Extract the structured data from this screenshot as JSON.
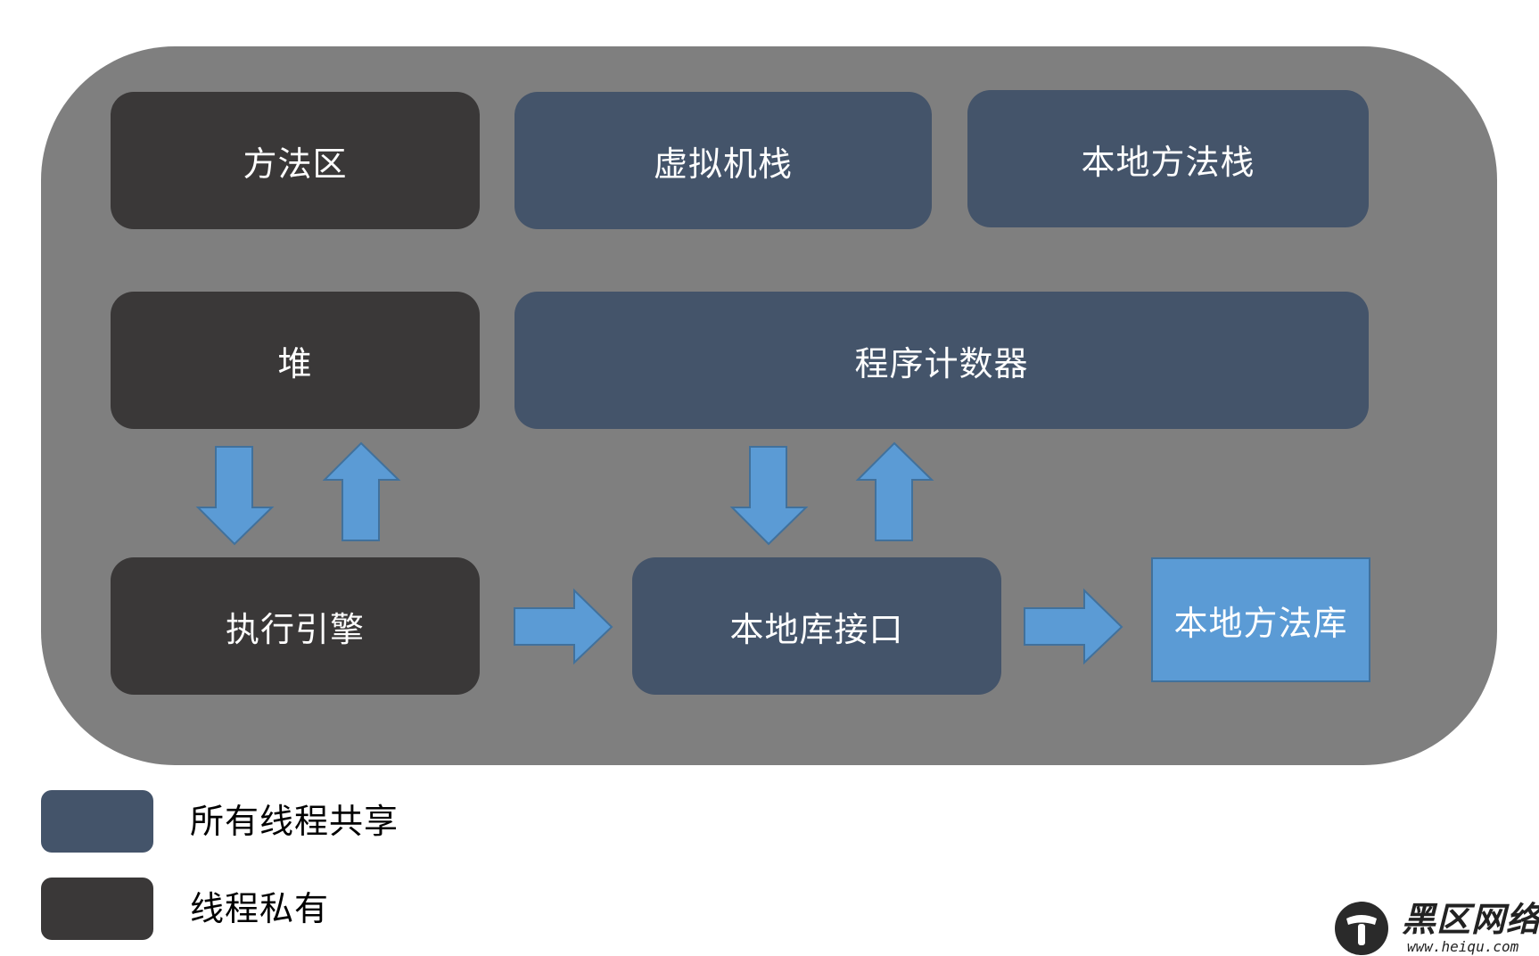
{
  "boxes": {
    "method_area": "方法区",
    "vm_stack": "虚拟机栈",
    "native_method_stack": "本地方法栈",
    "heap": "堆",
    "program_counter": "程序计数器",
    "execution_engine": "执行引擎",
    "native_interface": "本地库接口",
    "native_method_library": "本地方法库"
  },
  "legend": {
    "shared_label": "所有线程共享",
    "private_label": "线程私有"
  },
  "watermark": {
    "name": "黑区网络",
    "url": "www.heiqu.com",
    "icon": "hammer-logo-icon"
  },
  "colors": {
    "container": "#7f7f7f",
    "thread_private": "#3a3838",
    "thread_shared": "#44546a",
    "native_library": "#5b9bd5",
    "arrow": "#5b9bd5"
  }
}
